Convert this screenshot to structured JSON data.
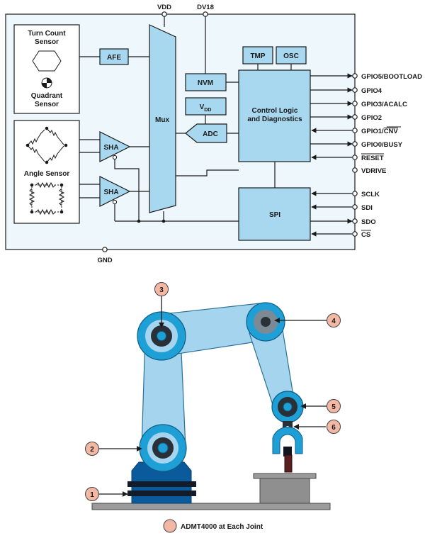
{
  "block_diagram": {
    "top_pins": {
      "vdd": "VDD",
      "dv18": "DV18"
    },
    "bottom_pin": "GND",
    "blocks": {
      "turn_count": [
        "Turn Count",
        "Sensor"
      ],
      "quadrant": [
        "Quadrant",
        "Sensor"
      ],
      "angle_sensor": "Angle Sensor",
      "afe": "AFE",
      "sha_top": "SHA",
      "sha_bottom": "SHA",
      "mux": "Mux",
      "nvm": "NVM",
      "vdd_main": "V",
      "vdd_sub": "DD",
      "adc": "ADC",
      "tmp": "TMP",
      "osc": "OSC",
      "control": [
        "Control Logic",
        "and Diagnostics"
      ],
      "spi": "SPI"
    },
    "right_pins": [
      {
        "label": "GPIO5/BOOTLOAD",
        "dir": "out"
      },
      {
        "label": "GPIO4",
        "dir": "out"
      },
      {
        "label": "GPIO3/ACALC",
        "dir": "out"
      },
      {
        "label": "GPIO2",
        "dir": "out"
      },
      {
        "label": "GPIO1/",
        "over": "CNV",
        "dir": "in"
      },
      {
        "label": "GPIO0/BUSY",
        "dir": "out"
      },
      {
        "label": "",
        "over": "RESET",
        "dir": "in"
      },
      {
        "label": "VDRIVE",
        "dir": "none"
      },
      {
        "label": "SCLK",
        "dir": "in"
      },
      {
        "label": "SDI",
        "dir": "in"
      },
      {
        "label": "SDO",
        "dir": "out"
      },
      {
        "label": "",
        "over": "CS",
        "dir": "in"
      }
    ]
  },
  "robot": {
    "markers": [
      "1",
      "2",
      "3",
      "4",
      "5",
      "6"
    ]
  },
  "legend": {
    "text": "ADMT4000 at Each Joint"
  },
  "colors": {
    "panel_bg": "#eef7fc",
    "block_fill": "#a8d8f0",
    "line": "#1a1a1a",
    "arm_light": "#a4d4ee",
    "arm_dark": "#1e9fd6",
    "base_dark": "#0b5b9c",
    "marker": "#f3b8a4"
  }
}
